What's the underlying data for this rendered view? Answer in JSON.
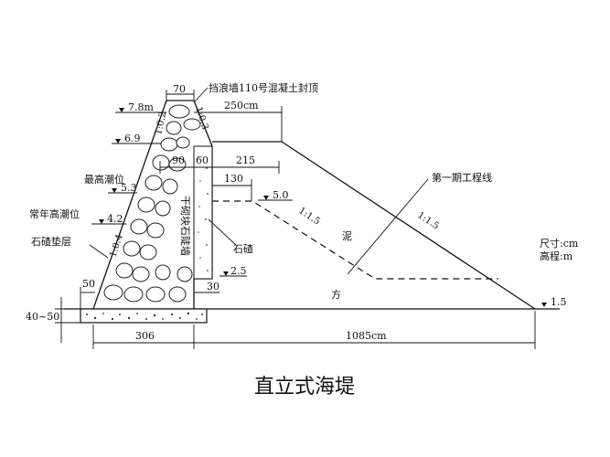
{
  "caption": "直立式海堤",
  "labels": {
    "top_width": "70",
    "parapet_note": "挡浪墙110号混凝土封顶",
    "crest_width": "250cm",
    "elev_crest": "7.8m",
    "slope_top_left": "1:0.2",
    "slope_top_right": "1:0.3",
    "elev_69": "6.9",
    "dim_90": "90",
    "dim_60": "60",
    "dim_215": "215",
    "dim_130": "130",
    "highest_tide": "最高潮位",
    "elev_53": "5.3",
    "elev_50": "5.0",
    "annual_high_tide": "常年高潮位",
    "elev_42": "4.2",
    "slope_front": "1:0.4",
    "wall_vertical": "干砌块石陡墙",
    "gravel": "石碴",
    "gravel_bedding": "石碴垫层",
    "slope_mid": "1:1.5",
    "mud": "泥",
    "slope_right": "1:1.5",
    "phase_line": "第一期工程线",
    "elev_25": "2.5",
    "dim_50": "50",
    "dim_30": "30",
    "soil": "方",
    "elev_15": "1.5",
    "dim_4050": "40~50",
    "dim_306": "306",
    "dim_1085": "1085cm",
    "unit_size": "尺寸:cm",
    "unit_elev": "高程:m"
  }
}
